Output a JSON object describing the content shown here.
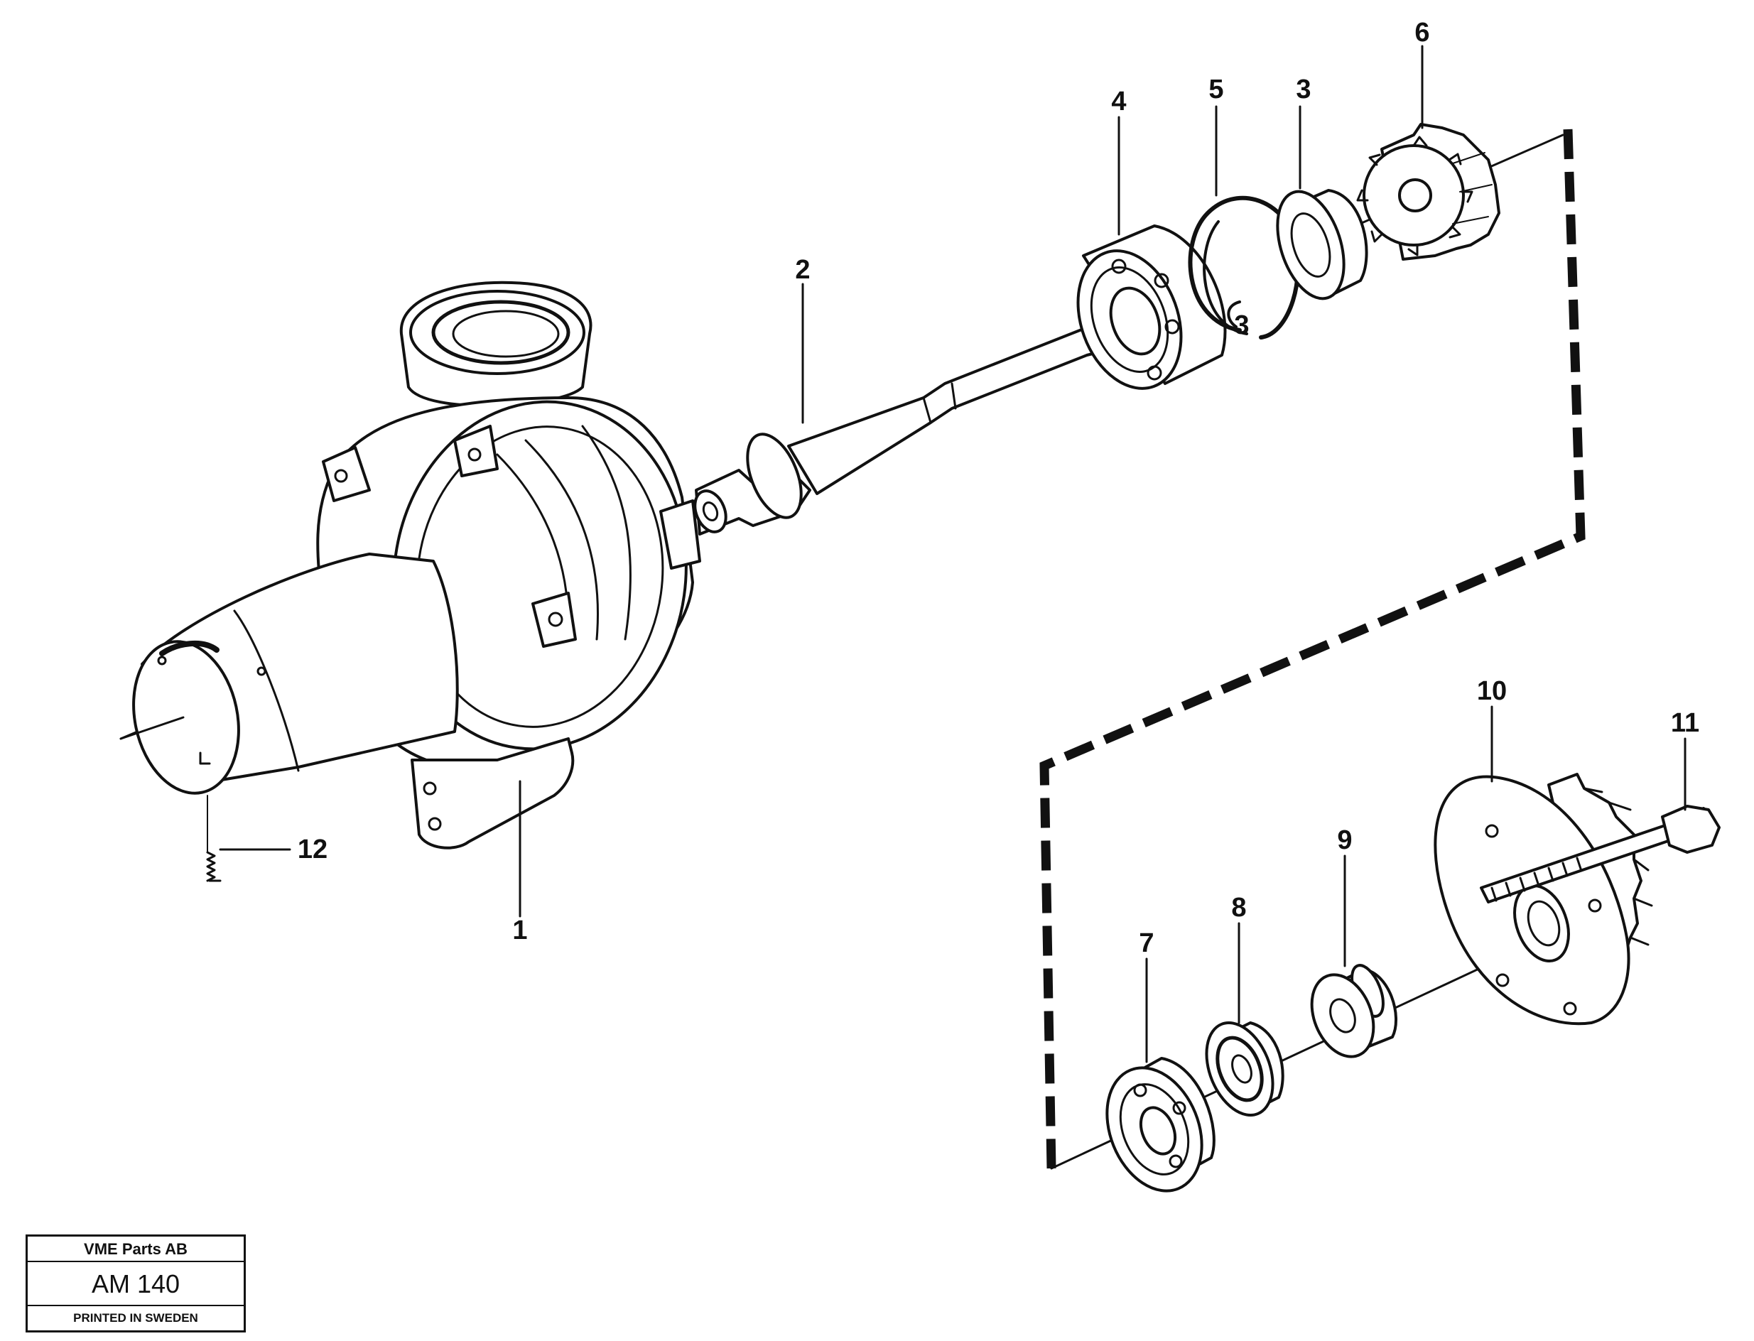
{
  "callouts": [
    "1",
    "2",
    "3",
    "3",
    "4",
    "5",
    "6",
    "7",
    "8",
    "9",
    "10",
    "11",
    "12"
  ],
  "title_block": {
    "company": "VME Parts AB",
    "code": "AM 140",
    "printed": "PRINTED IN SWEDEN"
  }
}
